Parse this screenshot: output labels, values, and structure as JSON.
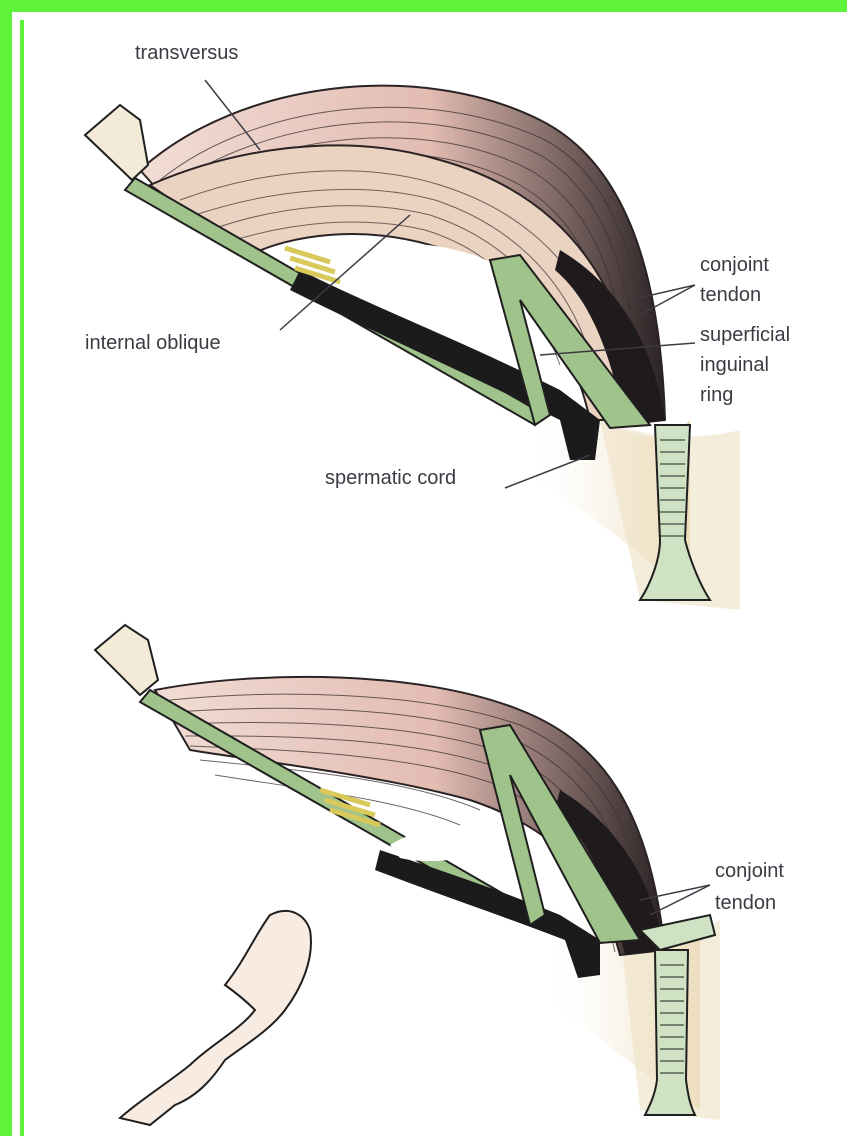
{
  "figure": {
    "top": {
      "labels": {
        "transversus": "transversus",
        "conjoint": "conjoint",
        "tendon": "tendon",
        "superficial": "superficial",
        "inguinal": "inguinal",
        "ring": "ring",
        "internal_oblique": "internal oblique",
        "spermatic_cord": "spermatic cord"
      }
    },
    "bottom": {
      "labels": {
        "conjoint": "conjoint",
        "tendon": "tendon"
      }
    }
  },
  "colors": {
    "frame": "#5ef23a",
    "muscle": "#e9c9bf",
    "ligament": "#9fc38a",
    "cord": "#1b1b1b",
    "skin_shadow": "#ead9b6",
    "label": "#3b3b44"
  }
}
